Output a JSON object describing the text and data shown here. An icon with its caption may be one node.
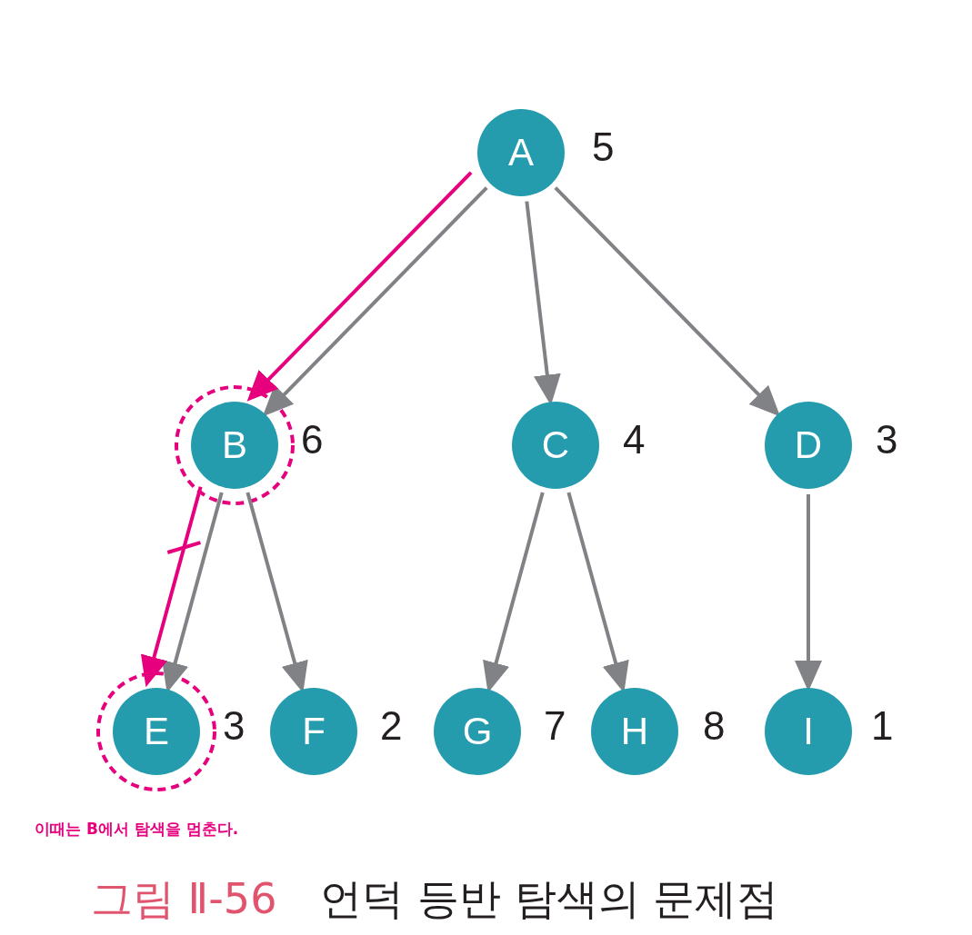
{
  "diagram": {
    "caption": "언덕 등반 탐색의 문제점",
    "nodes": [
      {
        "text": [
          "A"
        ],
        "beside": [
          "5"
        ]
      },
      {
        "text": [
          "B"
        ],
        "beside": [
          "6"
        ]
      },
      {
        "text": [
          "C"
        ],
        "beside": [
          "4"
        ]
      },
      {
        "text": [
          "D"
        ],
        "beside": [
          "3"
        ]
      },
      {
        "text": [
          "E"
        ],
        "beside": [
          "3"
        ]
      },
      {
        "text": [
          "F"
        ],
        "beside": [
          "2"
        ]
      },
      {
        "text": [
          "G"
        ],
        "beside": [
          "7"
        ]
      },
      {
        "text": [
          "H"
        ],
        "beside": [
          "8"
        ]
      },
      {
        "text": [
          "I"
        ],
        "beside": [
          "1"
        ]
      }
    ],
    "edges": [
      {
        "from": 0,
        "to": 1,
        "arrow": "to"
      },
      {
        "from": 0,
        "to": 2,
        "arrow": "to"
      },
      {
        "from": 0,
        "to": 3,
        "arrow": "to"
      },
      {
        "from": 1,
        "to": 4,
        "arrow": "to"
      },
      {
        "from": 1,
        "to": 5,
        "arrow": "to"
      },
      {
        "from": 2,
        "to": 6,
        "arrow": "to"
      },
      {
        "from": 2,
        "to": 7,
        "arrow": "to"
      },
      {
        "from": 3,
        "to": 8,
        "arrow": "to"
      },
      {
        "from": 0,
        "to": 1,
        "arrow": "to",
        "color": "#e6007e"
      },
      {
        "from": 1,
        "to": 4,
        "arrow": "to",
        "color": "#e6007e"
      }
    ],
    "labels": [
      "이때는 B에서 탐색을 멈춘다.",
      "그림 Ⅱ-56"
    ]
  }
}
